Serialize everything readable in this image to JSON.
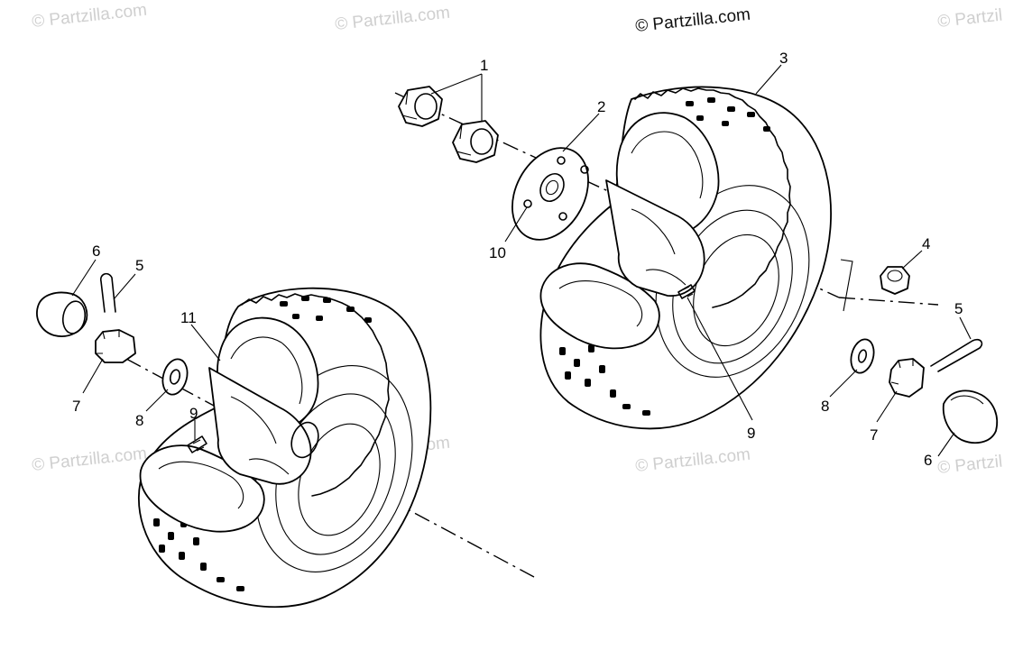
{
  "watermarks": {
    "main": "© Partzilla.com",
    "faint": "© Partzilla.com",
    "faint_edge": "© Partzil",
    "faint_edge2": "© Partzil"
  },
  "callouts": {
    "c1": "1",
    "c2": "2",
    "c3": "3",
    "c4": "4",
    "c5a": "5",
    "c5b": "5",
    "c6a": "6",
    "c6b": "6",
    "c7a": "7",
    "c7b": "7",
    "c8a": "8",
    "c8b": "8",
    "c9a": "9",
    "c9b": "9",
    "c10": "10",
    "c11": "11"
  },
  "colors": {
    "line": "#000000",
    "watermark": "#cfcfcf",
    "background": "#ffffff"
  }
}
